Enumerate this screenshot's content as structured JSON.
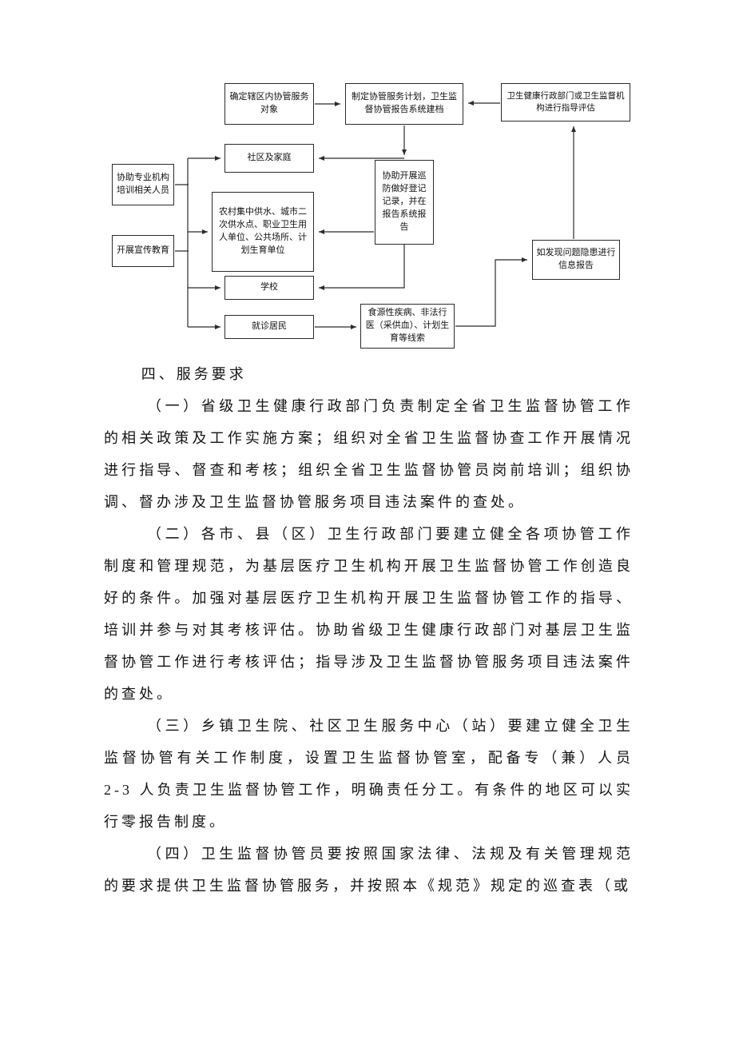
{
  "page": {
    "background_color": "#ffffff",
    "text_color": "#141414",
    "line_color": "#2b2b2b"
  },
  "flowchart": {
    "boxes": {
      "determine": "确定辖区内协管服务对象",
      "plan": "制定协管服务计划，卫生监督协管报告系统建档",
      "guide_eval": "卫生健康行政部门或卫生监督机构进行指导评估",
      "community": "社区及家庭",
      "patrol": "协助开展巡防做好登记记录，并在报告系统报告",
      "train": "协助专业机构培训相关人员",
      "water": "农村集中供水、城市二次供水点、职业卫生用人单位、公共场所、计划生育单位",
      "publicity": "开展宣传教育",
      "school": "学校",
      "patients": "就诊居民",
      "clues": "食源性疾病、非法行医（采供血）、计划生育等线索",
      "report_issue": "如发现问题隐患进行信息报告"
    }
  },
  "document": {
    "heading": "四、服务要求",
    "paragraphs": [
      "（一）省级卫生健康行政部门负责制定全省卫生监督协管工作的相关政策及工作实施方案；组织对全省卫生监督协查工作开展情况进行指导、督查和考核；组织全省卫生监督协管员岗前培训；组织协调、督办涉及卫生监督协管服务项目违法案件的查处。",
      "（二）各市、县（区）卫生行政部门要建立健全各项协管工作制度和管理规范，为基层医疗卫生机构开展卫生监督协管工作创造良好的条件。加强对基层医疗卫生机构开展卫生监督协管工作的指导、培训并参与对其考核评估。协助省级卫生健康行政部门对基层卫生监督协管工作进行考核评估；指导涉及卫生监督协管服务项目违法案件的查处。",
      "（三）乡镇卫生院、社区卫生服务中心（站）要建立健全卫生监督协管有关工作制度，设置卫生监督协管室，配备专（兼）人员 2-3 人负责卫生监督协管工作，明确责任分工。有条件的地区可以实行零报告制度。",
      "（四）卫生监督协管员要按照国家法律、法规及有关管理规范的要求提供卫生监督协管服务，并按照本《规范》规定的巡查表（或"
    ]
  }
}
